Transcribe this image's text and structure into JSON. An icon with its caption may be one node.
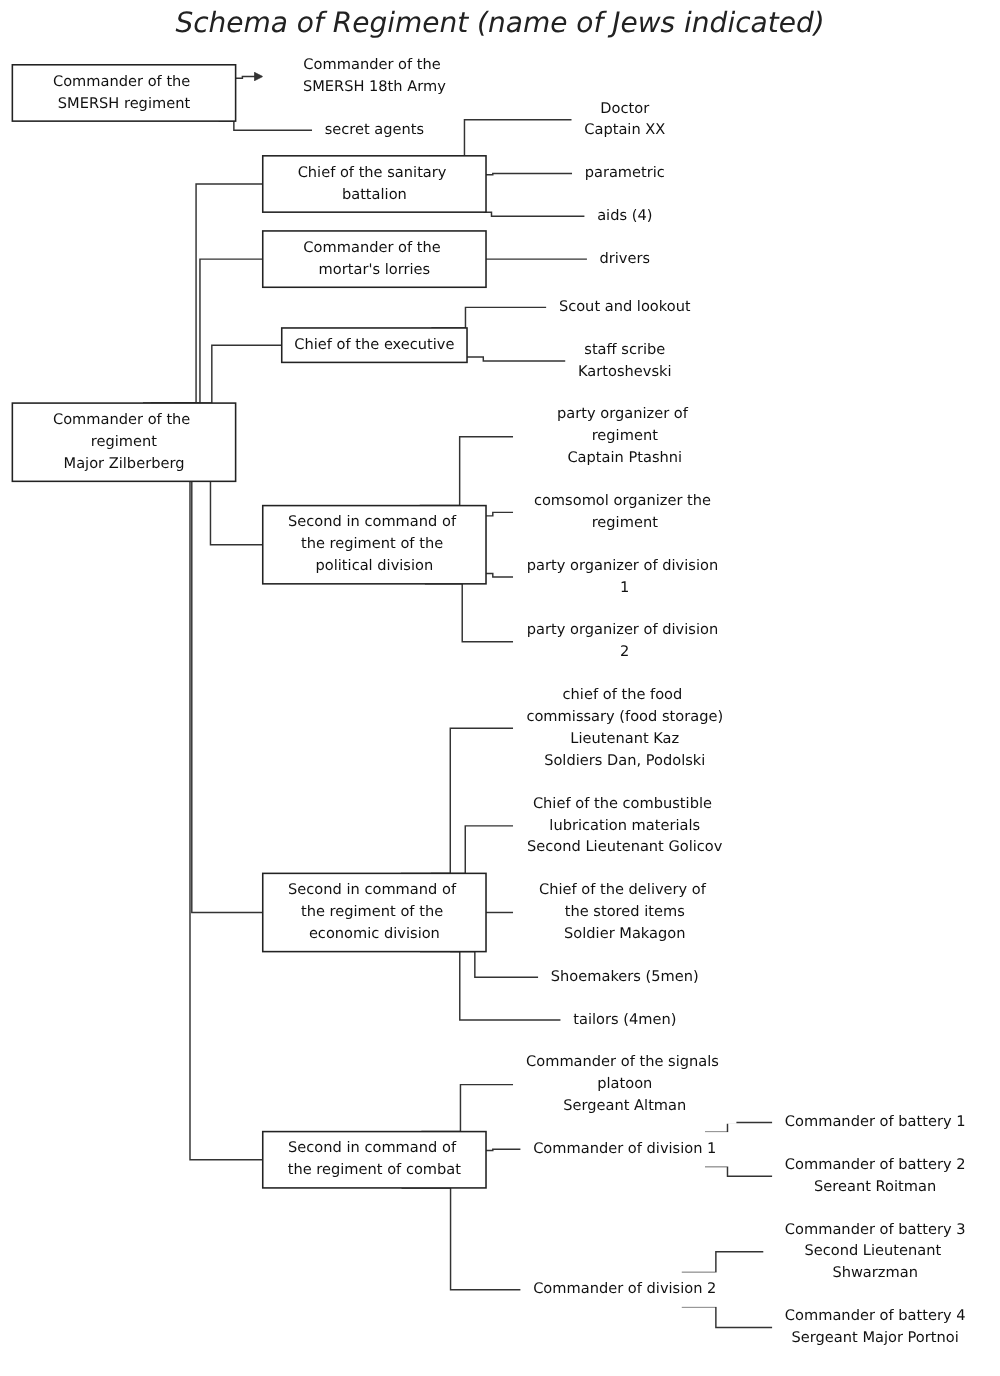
{
  "diagram": {
    "title": "Schema of Regiment (name of Jews indicated)",
    "nodes": [
      {
        "text": [
          "Commander of the regiment",
          "Major Zilberberg"
        ]
      },
      {
        "text": [
          "Chief of the sanitary battalion"
        ]
      },
      {
        "text": [
          "Commander of the mortar's lorries"
        ]
      },
      {
        "text": [
          "Chief of the executive"
        ]
      },
      {
        "text": [
          "Second in command of the regiment of the political division"
        ]
      },
      {
        "text": [
          "Second in command of the regiment of the economic division"
        ]
      },
      {
        "text": [
          "Doctor",
          "Captain XX"
        ]
      },
      {
        "text": [
          "parametric"
        ]
      },
      {
        "text": [
          "aids (4)"
        ]
      },
      {
        "text": [
          "drivers"
        ]
      },
      {
        "text": [
          "Scout and lookout"
        ]
      },
      {
        "text": [
          "staff scribe",
          "Kartoshevski"
        ]
      },
      {
        "text": [
          "party organizer of regiment",
          "Captain Ptashni"
        ]
      },
      {
        "text": [
          "comsomol organizer the regiment"
        ]
      },
      {
        "text": [
          "party organizer of division 1"
        ]
      },
      {
        "text": [
          "party organizer of division 2"
        ]
      },
      {
        "text": [
          "chief of the food commissary (food storage)",
          "Lieutenant Kaz",
          "Soldiers Dan, Podolski"
        ]
      },
      {
        "text": [
          "Chief of the combustible lubrication materials",
          "Second Lieutenant Golicov"
        ]
      },
      {
        "text": [
          "Chief of the delivery of the stored items",
          "Soldier Makagon"
        ]
      },
      {
        "text": [
          "Shoemakers (5men)"
        ]
      },
      {
        "text": [
          "tailors (4men)"
        ]
      },
      {
        "text": [
          "Commander of the SMERSH 18th Army"
        ]
      },
      {
        "text": [
          "Commander of the SMERSH regiment"
        ]
      },
      {
        "text": [
          "secret agents"
        ]
      },
      {
        "text": [
          "Second in command of the regiment of combat"
        ]
      },
      {
        "text": [
          "Commander of the signals platoon",
          "Sergeant Altman"
        ]
      },
      {
        "text": [
          "Commander of division 1"
        ]
      },
      {
        "text": [
          "Commander of division 2"
        ]
      },
      {
        "text": [
          "Commander of battery 1"
        ]
      },
      {
        "text": [
          "Commander of battery 2",
          "Sereant Roitman"
        ]
      },
      {
        "text": [
          "Commander of battery 3",
          "Second Lieutenant Shwarzman"
        ]
      },
      {
        "text": [
          "Commander of battery 4",
          "Sergeant Major Portnoi"
        ]
      }
    ],
    "edges": [
      {
        "from": 0,
        "to": 1,
        "arrow": "none"
      },
      {
        "from": 0,
        "to": 2,
        "arrow": "none"
      },
      {
        "from": 0,
        "to": 3,
        "arrow": "none"
      },
      {
        "from": 0,
        "to": 4,
        "arrow": "none"
      },
      {
        "from": 0,
        "to": 5,
        "arrow": "none"
      },
      {
        "from": 0,
        "to": 24,
        "arrow": "none"
      },
      {
        "from": 1,
        "to": 6,
        "arrow": "none"
      },
      {
        "from": 1,
        "to": 7,
        "arrow": "none"
      },
      {
        "from": 1,
        "to": 8,
        "arrow": "none"
      },
      {
        "from": 2,
        "to": 9,
        "arrow": "none"
      },
      {
        "from": 3,
        "to": 10,
        "arrow": "none"
      },
      {
        "from": 3,
        "to": 11,
        "arrow": "none"
      },
      {
        "from": 4,
        "to": 12,
        "arrow": "none"
      },
      {
        "from": 4,
        "to": 13,
        "arrow": "none"
      },
      {
        "from": 4,
        "to": 14,
        "arrow": "none"
      },
      {
        "from": 4,
        "to": 15,
        "arrow": "none"
      },
      {
        "from": 5,
        "to": 16,
        "arrow": "none"
      },
      {
        "from": 5,
        "to": 17,
        "arrow": "none"
      },
      {
        "from": 5,
        "to": 18,
        "arrow": "none"
      },
      {
        "from": 5,
        "to": 19,
        "arrow": "none"
      },
      {
        "from": 5,
        "to": 20,
        "arrow": "none"
      },
      {
        "from": 22,
        "to": 21,
        "arrow": "to"
      },
      {
        "from": 22,
        "to": 23,
        "arrow": "none"
      },
      {
        "from": 24,
        "to": 25,
        "arrow": "none"
      },
      {
        "from": 24,
        "to": 26,
        "arrow": "none"
      },
      {
        "from": 24,
        "to": 27,
        "arrow": "none"
      },
      {
        "from": 26,
        "to": 28,
        "arrow": "none"
      },
      {
        "from": 26,
        "to": 29,
        "arrow": "none"
      },
      {
        "from": 27,
        "to": 30,
        "arrow": "none"
      },
      {
        "from": 27,
        "to": 31,
        "arrow": "none"
      }
    ]
  }
}
